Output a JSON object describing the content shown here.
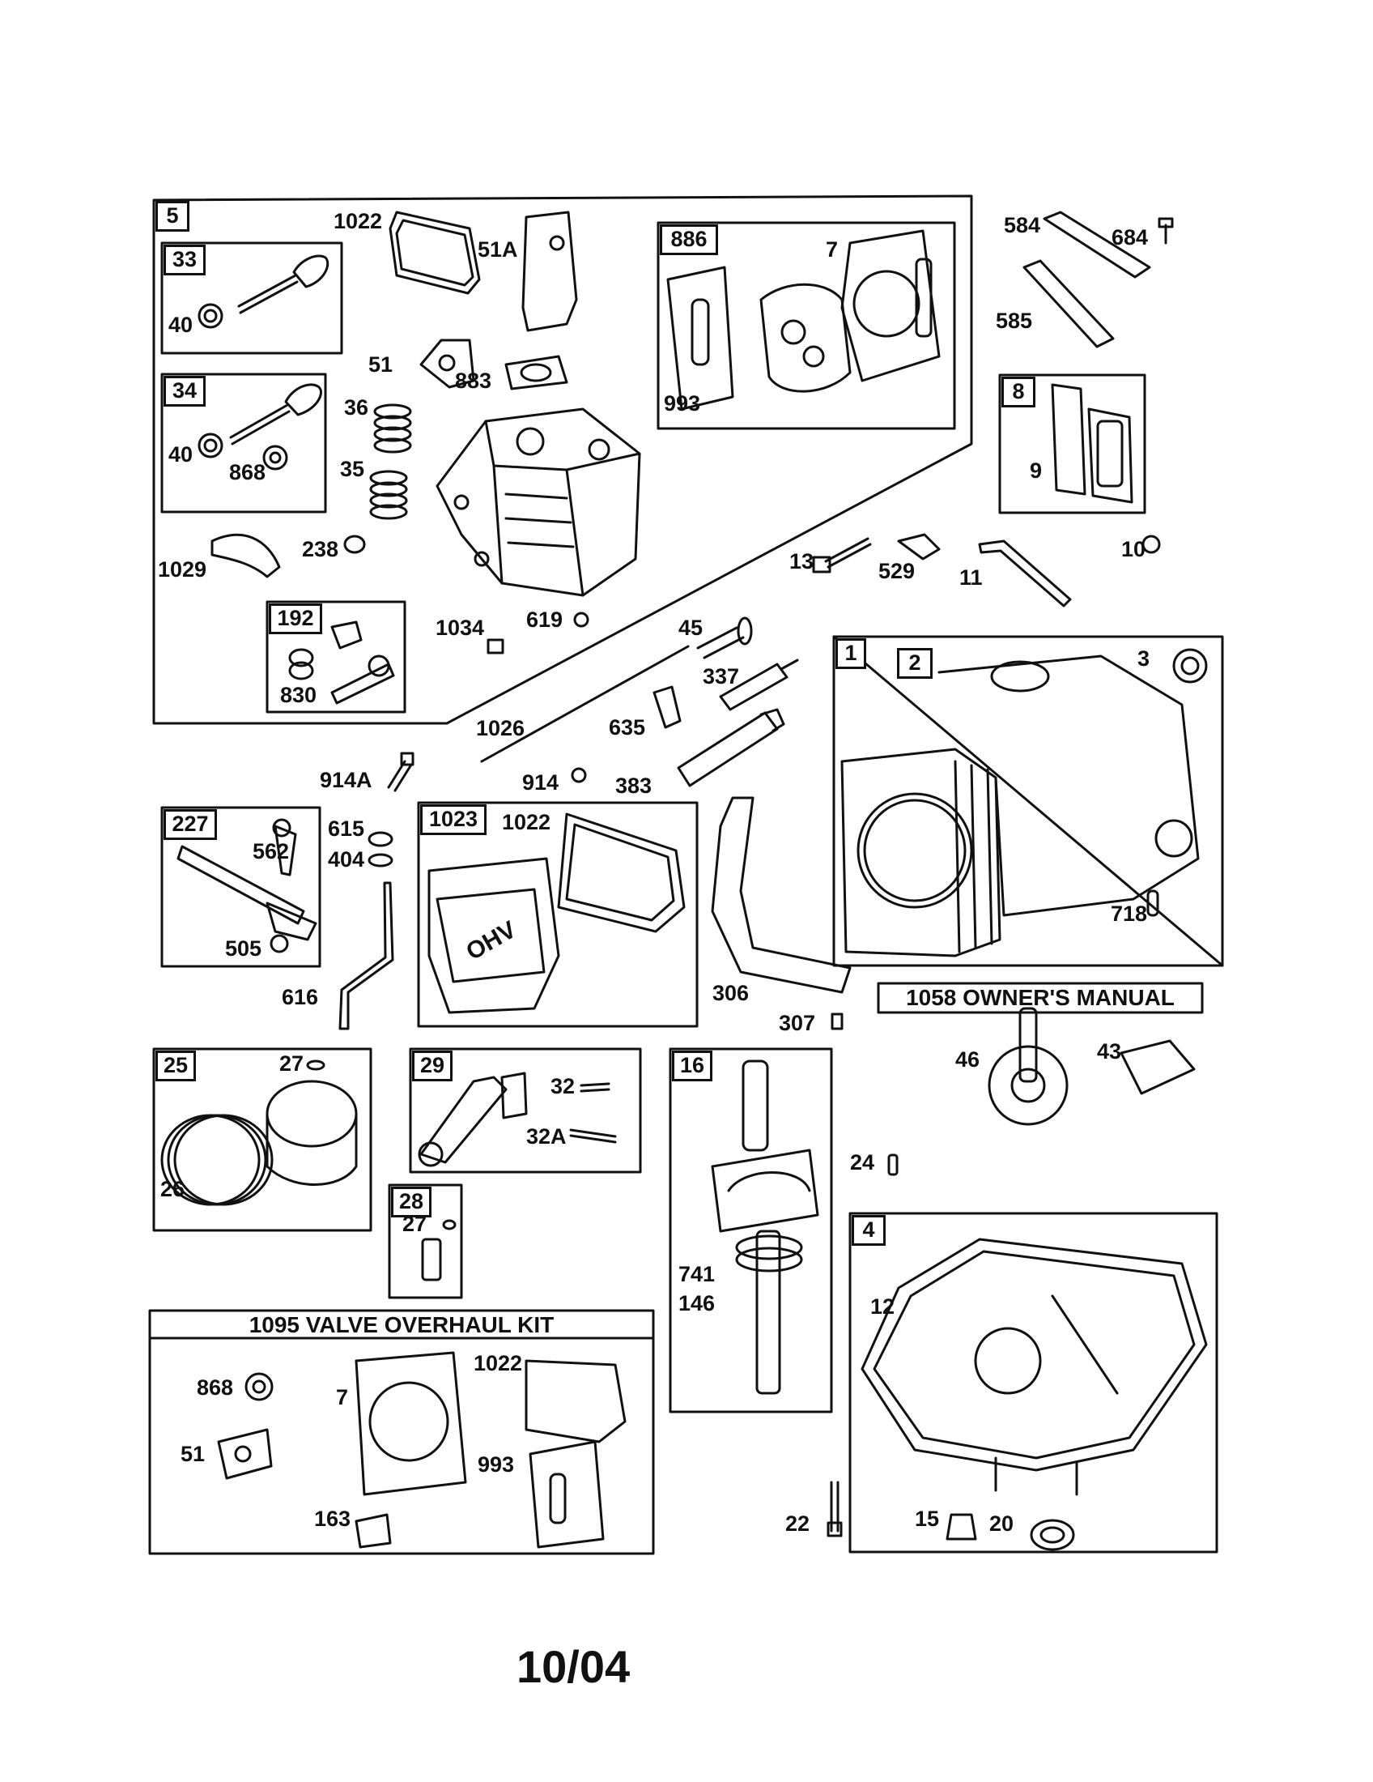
{
  "sections": {
    "s5": "5",
    "s33": "33",
    "s34": "34",
    "s192": "192",
    "s886": "886",
    "s8": "8",
    "s1": "1",
    "s2": "2",
    "s227": "227",
    "s1023": "1023",
    "s25": "25",
    "s29": "29",
    "s28": "28",
    "s16": "16",
    "s4": "4"
  },
  "banners": {
    "owners_manual": "1058 OWNER'S MANUAL",
    "valve_kit": "1095 VALVE OVERHAUL KIT"
  },
  "parts": {
    "p1022a": "1022",
    "p51A": "51A",
    "p7a": "7",
    "p584": "584",
    "p684": "684",
    "p40a": "40",
    "p51a": "51",
    "p883": "883",
    "p993a": "993",
    "p585": "585",
    "p36": "36",
    "p40b": "40",
    "p868a": "868",
    "p35": "35",
    "p9": "9",
    "p1029": "1029",
    "p238": "238",
    "p13": "13",
    "p529": "529",
    "p11": "11",
    "p10": "10",
    "p1034": "1034",
    "p619": "619",
    "p45": "45",
    "p3": "3",
    "p830": "830",
    "p337": "337",
    "p1026": "1026",
    "p635": "635",
    "p914A": "914A",
    "p914": "914",
    "p383": "383",
    "p562": "562",
    "p615": "615",
    "p1022b": "1022",
    "p404": "404",
    "p505": "505",
    "p718": "718",
    "p616": "616",
    "p306": "306",
    "p307": "307",
    "p27a": "27",
    "p32": "32",
    "p46": "46",
    "p43": "43",
    "p32A": "32A",
    "p24": "24",
    "p26": "26",
    "p27b": "27",
    "p741": "741",
    "p146": "146",
    "p12": "12",
    "p868b": "868",
    "p1022c": "1022",
    "p7b": "7",
    "p51b": "51",
    "p993b": "993",
    "p163": "163",
    "p22": "22",
    "p15": "15",
    "p20": "20"
  },
  "cover_text": "OHV",
  "footer": "10/04"
}
